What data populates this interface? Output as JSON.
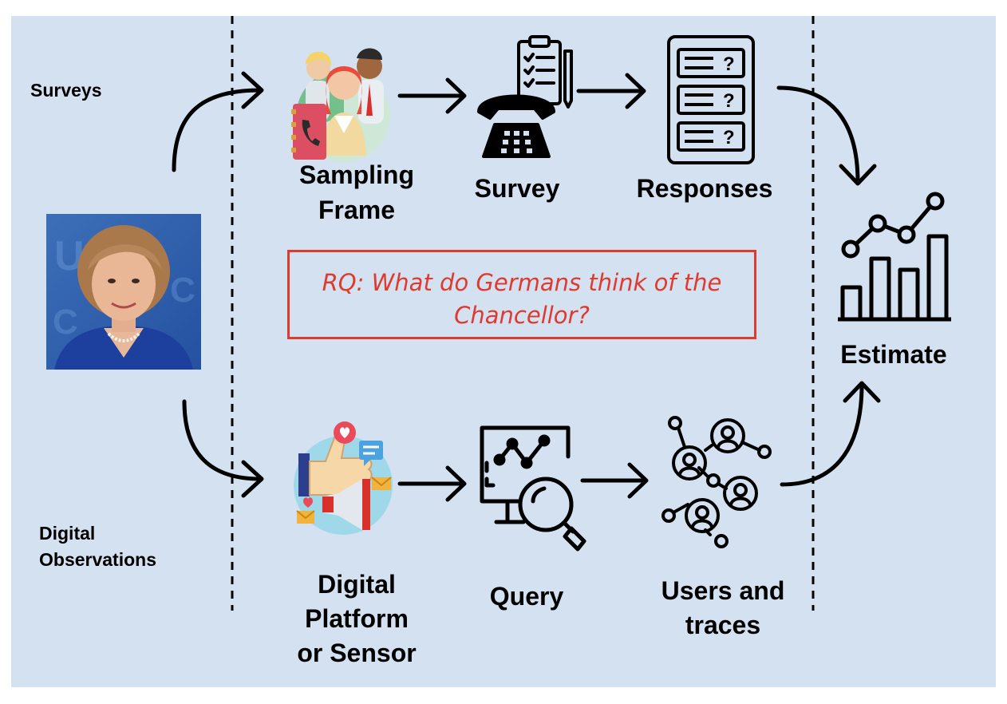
{
  "rows": {
    "surveys_label": "Surveys",
    "digital_label_line1": "Digital",
    "digital_label_line2": "Observations"
  },
  "survey_pipeline": {
    "sampling_frame_line1": "Sampling",
    "sampling_frame_line2": "Frame",
    "survey": "Survey",
    "responses": "Responses"
  },
  "digital_pipeline": {
    "platform_line1": "Digital",
    "platform_line2": "Platform",
    "platform_line3": "or Sensor",
    "query": "Query",
    "users_line1": "Users and",
    "users_line2": "traces"
  },
  "estimate": "Estimate",
  "research_question": {
    "line1": "RQ: What do Germans think of the",
    "line2": "Chancellor?",
    "color": "#e03a2e"
  },
  "colors": {
    "background": "#d4e1f1",
    "accent_red": "#e03a2e"
  },
  "icons": [
    "person-photo",
    "people-group-icon",
    "clipboard-phone-icon",
    "responses-list-icon",
    "bar-line-chart-icon",
    "social-media-icon",
    "monitor-magnifier-icon",
    "user-network-icon"
  ]
}
